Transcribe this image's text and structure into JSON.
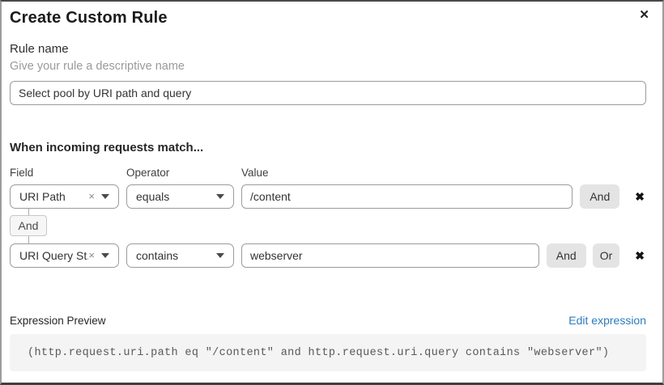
{
  "dialog": {
    "title": "Create Custom Rule"
  },
  "icons": {
    "close": "✕",
    "clear": "×",
    "delete": "✖"
  },
  "rule_name": {
    "label": "Rule name",
    "help": "Give your rule a descriptive name",
    "value": "Select pool by URI path and query"
  },
  "matcher": {
    "heading": "When incoming requests match...",
    "columns": {
      "field": "Field",
      "operator": "Operator",
      "value": "Value"
    },
    "connector": "And",
    "rows": [
      {
        "field": "URI Path",
        "operator": "equals",
        "value": "/content",
        "buttons": [
          "And"
        ]
      },
      {
        "field": "URI Query St...",
        "operator": "contains",
        "value": "webserver",
        "buttons": [
          "And",
          "Or"
        ]
      }
    ]
  },
  "expression": {
    "label": "Expression Preview",
    "edit_link": "Edit expression",
    "code": "(http.request.uri.path eq \"/content\" and http.request.uri.query contains \"webserver\")"
  },
  "colors": {
    "link_blue": "#2c7bbd",
    "button_gray": "#e4e4e4",
    "code_bg": "#f4f4f4",
    "border_gray": "#9b9b9b"
  }
}
